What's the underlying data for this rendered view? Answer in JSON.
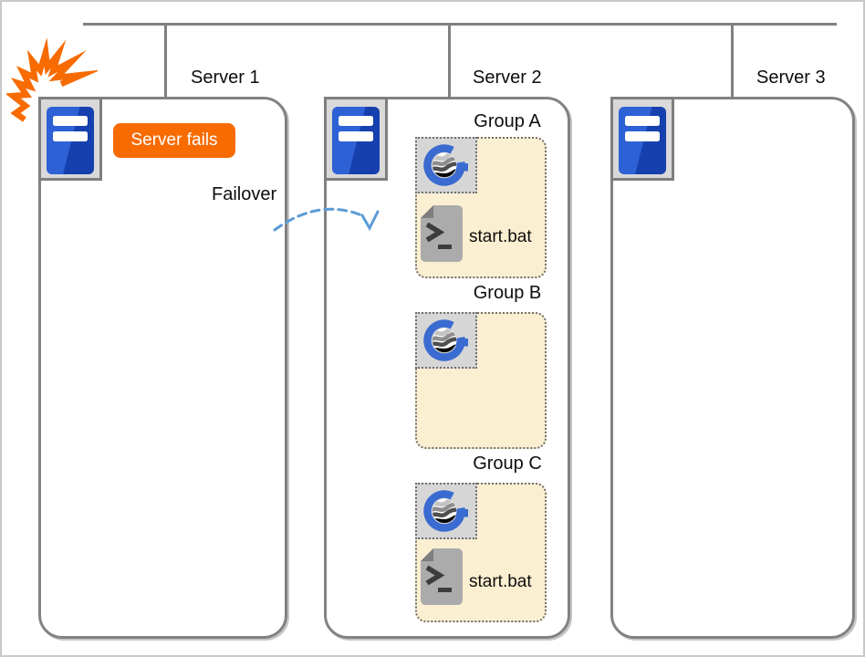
{
  "diagram": {
    "kind": "server-failover-diagram",
    "servers": [
      {
        "name": "Server 1",
        "badge": "Server fails",
        "failover_label": "Failover"
      },
      {
        "name": "Server 2",
        "groups": [
          {
            "name": "Group A",
            "script": "start.bat"
          },
          {
            "name": "Group B"
          },
          {
            "name": "Group C",
            "script": "start.bat"
          }
        ]
      },
      {
        "name": "Server 3"
      }
    ]
  },
  "icons": {
    "server": "server-tower-icon",
    "app": "app-logo-icon",
    "script": "terminal-script-icon",
    "failure": "explosion-burst-icon",
    "arrow": "failover-dashed-arrow"
  },
  "colors": {
    "line_gray": "#808080",
    "box_border": "#828282",
    "plate_bg": "#d9d9d9",
    "server_blue_light": "#2e61d6",
    "server_blue_dark": "#1640ad",
    "group_fill": "#fbefd1",
    "dotted_border": "#6f6f6f",
    "orange": "#f76b00",
    "arrow_blue": "#5b9bd5",
    "logo_blue": "#3a6bd0",
    "terminal_gray": "#ababab"
  }
}
